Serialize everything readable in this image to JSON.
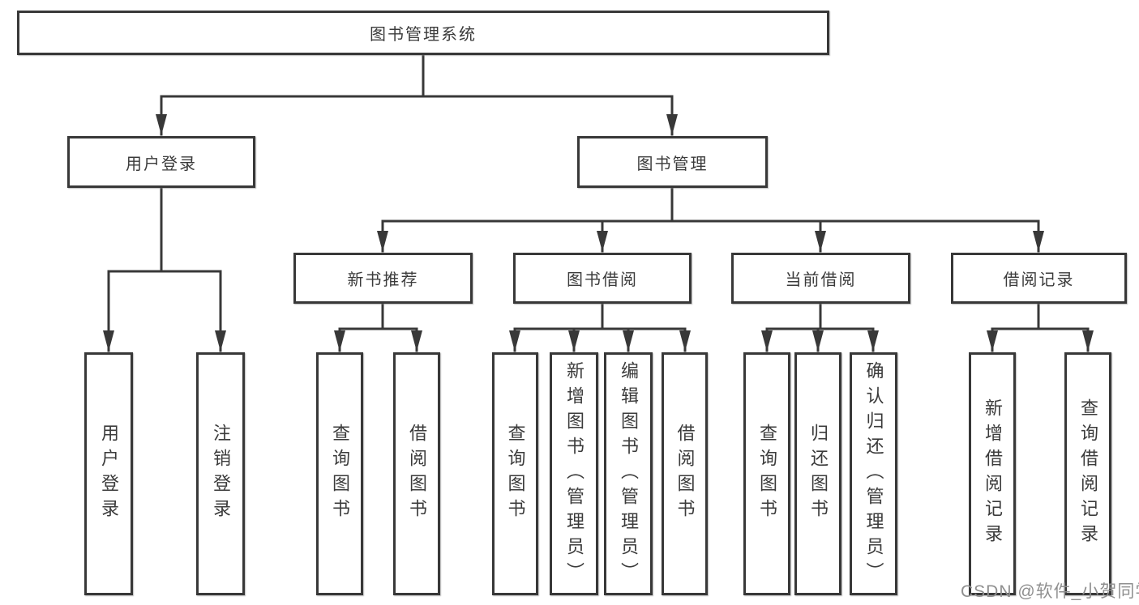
{
  "colors": {
    "line": "#383838",
    "box_border": "#383838",
    "text": "#3b3b3b",
    "background": "#ffffff",
    "watermark": "#8f8f8f"
  },
  "tree": {
    "label": "图书管理系统",
    "children": [
      {
        "label": "用户登录",
        "children": [
          {
            "label": "用户登录"
          },
          {
            "label": "注销登录"
          }
        ]
      },
      {
        "label": "图书管理",
        "children": [
          {
            "label": "新书推荐",
            "children": [
              {
                "label": "查询图书"
              },
              {
                "label": "借阅图书"
              }
            ]
          },
          {
            "label": "图书借阅",
            "children": [
              {
                "label": "查询图书"
              },
              {
                "label": "新增图书（管理员）"
              },
              {
                "label": "编辑图书（管理员）"
              },
              {
                "label": "借阅图书"
              }
            ]
          },
          {
            "label": "当前借阅",
            "children": [
              {
                "label": "查询图书"
              },
              {
                "label": "归还图书"
              },
              {
                "label": "确认归还（管理员）"
              }
            ]
          },
          {
            "label": "借阅记录",
            "children": [
              {
                "label": "新增借阅记录"
              },
              {
                "label": "查询借阅记录"
              }
            ]
          }
        ]
      }
    ]
  },
  "watermark": "CSDN @软件_小贺同学"
}
